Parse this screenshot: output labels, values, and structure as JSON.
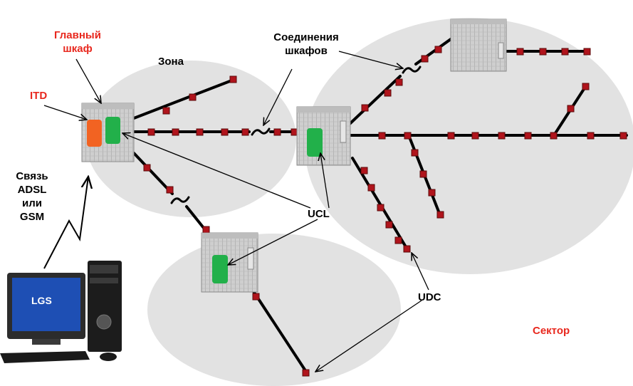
{
  "labels": {
    "main_cabinet_line1": "Главный",
    "main_cabinet_line2": "шкаф",
    "zone": "Зона",
    "connections_line1": "Соединения",
    "connections_line2": "шкафов",
    "itd": "ITD",
    "comm_line1": "Связь",
    "comm_line2": "ADSL",
    "comm_line3": "или",
    "comm_line4": "GSM",
    "ucl": "UCL",
    "udc": "UDC",
    "sector": "Сектор",
    "lgs": "LGS"
  },
  "colors": {
    "accent_red": "#e8281e",
    "zone_fill": "#e2e2e2",
    "node_fill": "#b0141c",
    "ucl_green": "#22b04a",
    "itd_orange": "#f26322",
    "line": "#000000"
  }
}
